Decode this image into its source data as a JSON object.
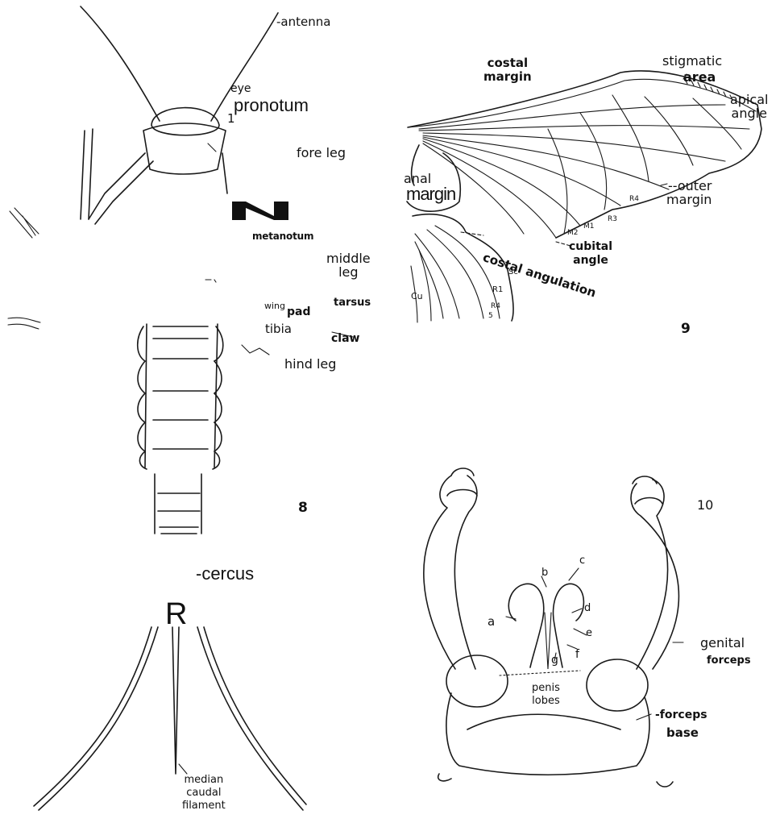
{
  "figure8": {
    "number": "8",
    "labels": {
      "antenna": "-antenna",
      "eye": "eye",
      "pronotum": "pronotum",
      "pronotum_marker": "1",
      "fore_leg": "fore leg",
      "metanotum": "metanotum",
      "middle_leg": "middle\nleg",
      "wing": "wing",
      "pad": "pad",
      "tarsus": "tarsus",
      "tibia": "tibia",
      "claw": "claw",
      "hind_leg": "hind leg",
      "cercus": "-cercus",
      "median_caudal_filament": "median\ncaudal\nfilament"
    }
  },
  "figure9": {
    "number": "9",
    "labels": {
      "costal_margin": "costal\nmargin",
      "stigmatic": "stigmatic",
      "area": "area",
      "apical_angle": "apical\nangle",
      "anal": "anal",
      "margin": "margin",
      "outer_margin": "--outer\nmargin",
      "r4": "R4",
      "r3": "R3",
      "m1": "M1",
      "m2": "M2",
      "cubital_angle": "cubital\nangle",
      "costal_angulation": "costal angulation",
      "sc": "Sc",
      "r1": "R1",
      "r4_lower": "R4",
      "r5": "5",
      "cu": "Cu"
    }
  },
  "figure10": {
    "number": "10",
    "labels": {
      "a": "a",
      "b": "b",
      "c": "c",
      "d": "d",
      "e": "e",
      "f": "f",
      "g": "g",
      "genital": "genital",
      "forceps": "forceps",
      "penis_lobes": "penis\nlobes",
      "forceps_label": "-forceps",
      "base": "base"
    }
  },
  "extra_glyphs": {
    "R": "R"
  }
}
